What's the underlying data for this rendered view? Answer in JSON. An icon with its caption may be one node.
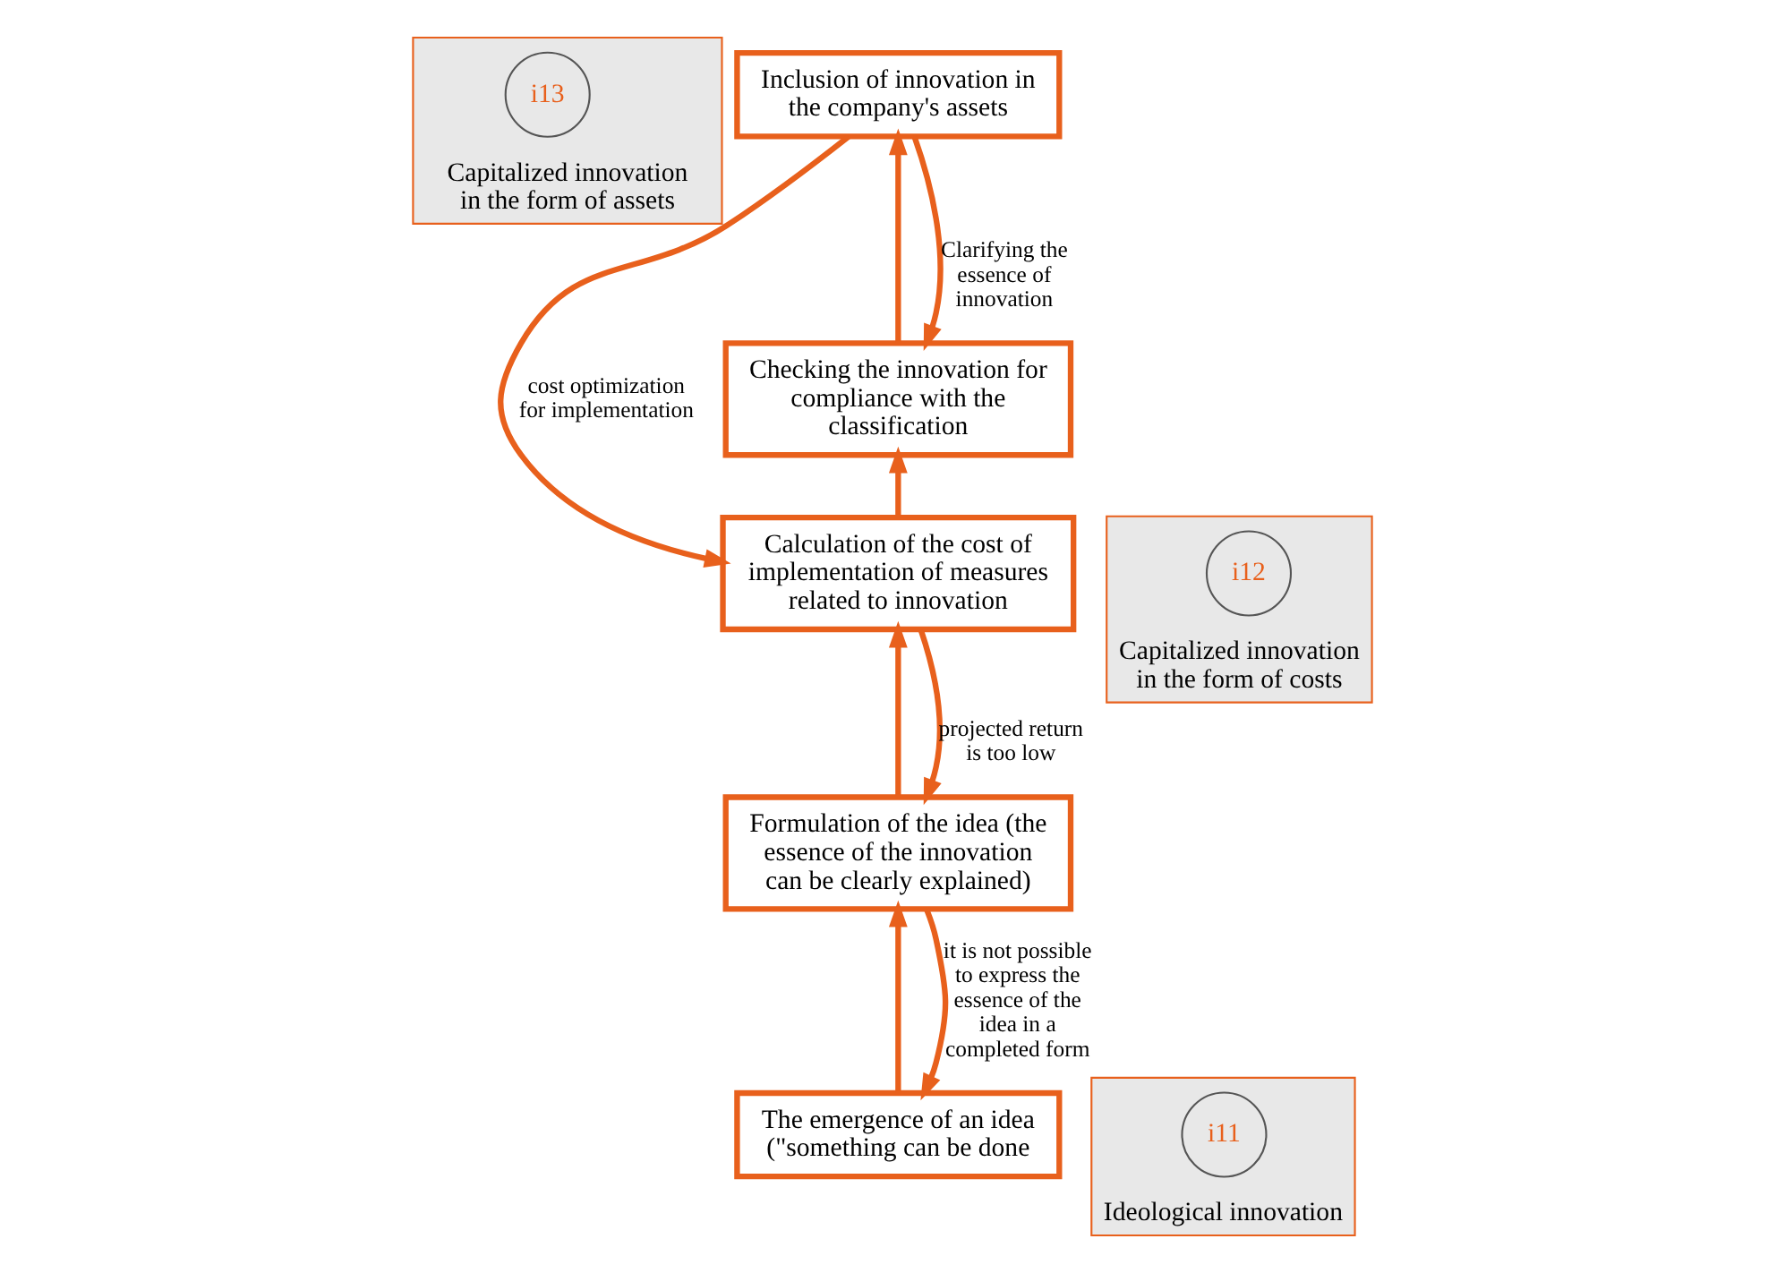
{
  "diagram": {
    "nodes": [
      {
        "text": [
          "Capitalized innovation in the form of assets"
        ]
      },
      {
        "text": [
          "i13"
        ],
        "in": 0
      },
      {
        "text": [
          "Inclusion of innovation in the company's assets"
        ]
      },
      {
        "text": [
          "Checking the innovation for compliance with the classification"
        ]
      },
      {
        "text": [
          "Capitalized innovation in the form of costs"
        ]
      },
      {
        "text": [
          "i12"
        ],
        "in": 4
      },
      {
        "text": [
          "Calculation of the cost of implementation of measures related to innovation"
        ]
      },
      {
        "text": [
          "Formulation of the idea (the essence of the innovation can be clearly explained)"
        ]
      },
      {
        "text": [
          "Ideological innovation"
        ]
      },
      {
        "text": [
          "i11"
        ],
        "in": 8
      },
      {
        "text": [
          "The emergence of an idea (\"something can be done"
        ]
      }
    ],
    "edges": [
      {
        "from": 10,
        "to": 7,
        "arrow": "to"
      },
      {
        "from": 7,
        "to": 6,
        "arrow": "to"
      },
      {
        "from": 6,
        "to": 3,
        "arrow": "to"
      },
      {
        "from": 3,
        "to": 2,
        "arrow": "to"
      },
      {
        "from": 2,
        "to": 3,
        "arrow": "to",
        "label": "Clarifying the essence of innovation"
      },
      {
        "from": 2,
        "to": 6,
        "arrow": "to",
        "label": "cost optimization for implementation"
      },
      {
        "from": 6,
        "to": 7,
        "arrow": "to",
        "label": "projected return is too low"
      },
      {
        "from": 7,
        "to": 10,
        "arrow": "to",
        "label": "it is not possible to express the essence of the idea in a completed form"
      }
    ]
  }
}
